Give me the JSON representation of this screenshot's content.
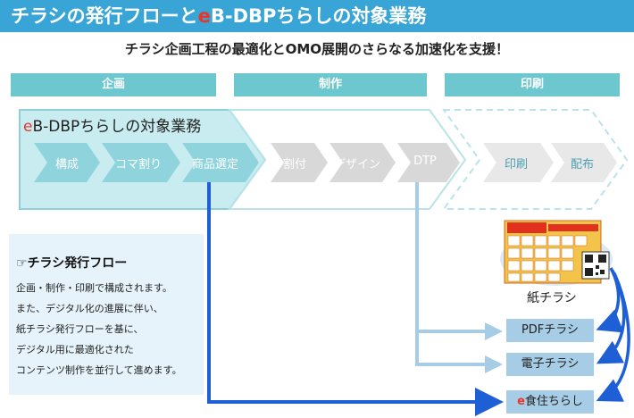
{
  "title": {
    "accent": "e",
    "part1": "チラシの発行フローと",
    "part2": "B-DBPちらしの対象業務"
  },
  "subtitle": "チラシ企画工程の最適化とOMO展開のさらなる加速化を支援！",
  "phases": [
    "企画",
    "制作",
    "印刷"
  ],
  "section_label": {
    "accent": "e",
    "rest": "B-DBPちらしの対象業務"
  },
  "steps": [
    "構成",
    "コマ割り",
    "商品選定",
    "割付",
    "デザイン",
    "DTP",
    "印刷",
    "配布"
  ],
  "flow_description": {
    "title": "☞チラシ発行フロー",
    "lines": [
      "企画・制作・印刷で構成されます。",
      "また、デジタル化の進展に伴い、",
      "紙チラシ発行フローを基に、",
      "デジタル用に最適化された",
      "コンテンツ制作を並行して進めます。"
    ]
  },
  "paper_flyer_label": "紙チラシ",
  "outputs": {
    "pdf": "PDFチラシ",
    "electronic": "電子チラシ",
    "food_accent": "e",
    "food_rest": "食住ちらし"
  },
  "colors": {
    "title_bg": "#39a4d6",
    "accent_red": "#e8362a",
    "phase": "#6cc7cf",
    "arrow_blue": "#1f5fd6",
    "light_arrow": "#a7cde6"
  }
}
